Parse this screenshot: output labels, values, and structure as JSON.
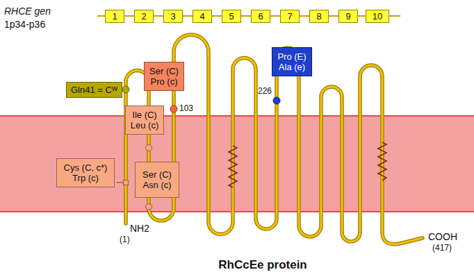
{
  "diagram": {
    "title": "RhCcEe protein",
    "nodes": [
      {
        "text": [
          "1"
        ]
      },
      {
        "text": [
          "2"
        ]
      },
      {
        "text": [
          "3"
        ]
      },
      {
        "text": [
          "4"
        ]
      },
      {
        "text": [
          "5"
        ]
      },
      {
        "text": [
          "6"
        ]
      },
      {
        "text": [
          "7"
        ]
      },
      {
        "text": [
          "8"
        ]
      },
      {
        "text": [
          "9"
        ]
      },
      {
        "text": [
          "10"
        ]
      },
      {
        "text": [
          "Gln41 = Cᵂ"
        ]
      },
      {
        "text": [
          "Ser (C)",
          "Pro (c)"
        ]
      },
      {
        "text": [
          "Ile (C)",
          "Leu (c)"
        ]
      },
      {
        "text": [
          "Pro (E)",
          "Ala (e)"
        ]
      },
      {
        "text": [
          "Cys (C, c*)",
          "Trp (c)"
        ]
      },
      {
        "text": [
          "Ser (C)",
          "Asn (c)"
        ]
      }
    ],
    "edges": [
      {
        "from": 0,
        "to": 1,
        "arrow": "none"
      },
      {
        "from": 1,
        "to": 2,
        "arrow": "none"
      },
      {
        "from": 2,
        "to": 3,
        "arrow": "none"
      },
      {
        "from": 3,
        "to": 4,
        "arrow": "none"
      },
      {
        "from": 4,
        "to": 5,
        "arrow": "none"
      },
      {
        "from": 5,
        "to": 6,
        "arrow": "none"
      },
      {
        "from": 6,
        "to": 7,
        "arrow": "none"
      },
      {
        "from": 7,
        "to": 8,
        "arrow": "none"
      },
      {
        "from": 8,
        "to": 9,
        "arrow": "none"
      }
    ],
    "labels": [
      "RHCE gen",
      "1p34-p36",
      "103",
      "226",
      "NH2",
      "(1)",
      "COOH",
      "(417)"
    ]
  }
}
